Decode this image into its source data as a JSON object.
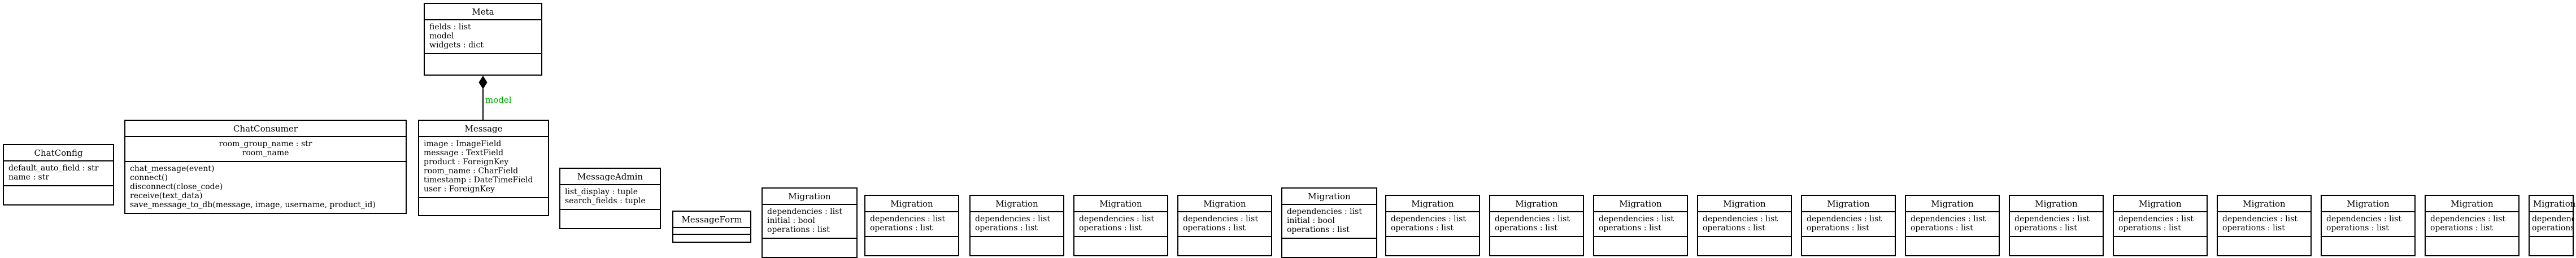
{
  "classes": {
    "meta": {
      "name": "Meta",
      "attributes": [
        "fields : list",
        "model",
        "widgets : dict"
      ],
      "operations": []
    },
    "chatconfig": {
      "name": "ChatConfig",
      "attributes": [
        "default_auto_field : str",
        "name : str"
      ],
      "operations": []
    },
    "chatconsumer": {
      "name": "ChatConsumer",
      "attributes": [
        "room_group_name : str",
        "room_name"
      ],
      "operations": [
        "chat_message(event)",
        "connect()",
        "disconnect(close_code)",
        "receive(text_data)",
        "save_message_to_db(message, image, username, product_id)"
      ]
    },
    "message": {
      "name": "Message",
      "attributes": [
        "image : ImageField",
        "message : TextField",
        "product : ForeignKey",
        "room_name : CharField",
        "timestamp : DateTimeField",
        "user : ForeignKey"
      ],
      "operations": []
    },
    "messageadmin": {
      "name": "MessageAdmin",
      "attributes": [
        "list_display : tuple",
        "search_fields : tuple"
      ],
      "operations": []
    },
    "messageform": {
      "name": "MessageForm",
      "attributes": [],
      "operations": []
    },
    "migrations": [
      {
        "name": "Migration",
        "attributes": [
          "dependencies : list",
          "initial : bool",
          "operations : list"
        ]
      },
      {
        "name": "Migration",
        "attributes": [
          "dependencies : list",
          "operations : list"
        ]
      },
      {
        "name": "Migration",
        "attributes": [
          "dependencies : list",
          "operations : list"
        ]
      },
      {
        "name": "Migration",
        "attributes": [
          "dependencies : list",
          "operations : list"
        ]
      },
      {
        "name": "Migration",
        "attributes": [
          "dependencies : list",
          "operations : list"
        ]
      },
      {
        "name": "Migration",
        "attributes": [
          "dependencies : list",
          "initial : bool",
          "operations : list"
        ]
      },
      {
        "name": "Migration",
        "attributes": [
          "dependencies : list",
          "operations : list"
        ]
      },
      {
        "name": "Migration",
        "attributes": [
          "dependencies : list",
          "operations : list"
        ]
      },
      {
        "name": "Migration",
        "attributes": [
          "dependencies : list",
          "operations : list"
        ]
      },
      {
        "name": "Migration",
        "attributes": [
          "dependencies : list",
          "operations : list"
        ]
      },
      {
        "name": "Migration",
        "attributes": [
          "dependencies : list",
          "operations : list"
        ]
      },
      {
        "name": "Migration",
        "attributes": [
          "dependencies : list",
          "operations : list"
        ]
      },
      {
        "name": "Migration",
        "attributes": [
          "dependencies : list",
          "operations : list"
        ]
      },
      {
        "name": "Migration",
        "attributes": [
          "dependencies : list",
          "operations : list"
        ]
      },
      {
        "name": "Migration",
        "attributes": [
          "dependencies : list",
          "operations : list"
        ]
      },
      {
        "name": "Migration",
        "attributes": [
          "dependencies : list",
          "operations : list"
        ]
      },
      {
        "name": "Migration",
        "attributes": [
          "dependencies : list",
          "operations : list"
        ]
      },
      {
        "name": "Migration",
        "attributes": [
          "dependencies : list",
          "operations : list"
        ]
      }
    ]
  },
  "relations": [
    {
      "from": "meta",
      "to": "message",
      "type": "composition",
      "label": "model",
      "label_color": "#00b000"
    }
  ]
}
